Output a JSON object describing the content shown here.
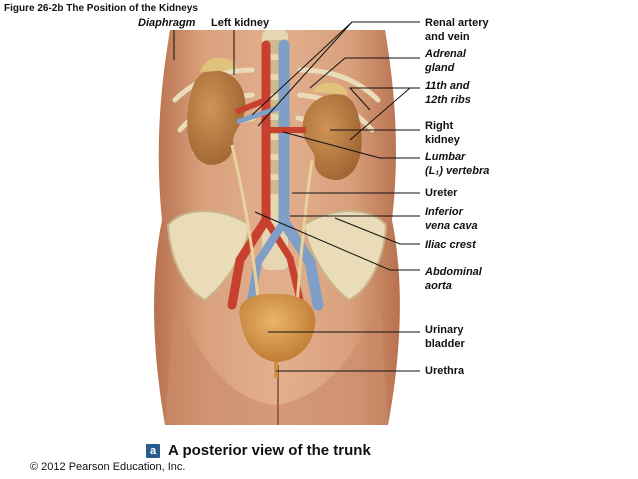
{
  "figure_title": "Figure 26-2b  The Position of the Kidneys",
  "labels": {
    "diaphragm": "Diaphragm",
    "left_kidney": "Left kidney",
    "renal_artery": "Renal artery\nand vein",
    "adrenal_gland": "Adrenal\ngland",
    "ribs": "11th and\n12th ribs",
    "right_kidney": "Right\nkidney",
    "lumbar_vertebra": "Lumbar\n(L₁) vertebra",
    "ureter": "Ureter",
    "inferior_vena_cava": "Inferior\nvena cava",
    "iliac_crest": "Iliac crest",
    "abdominal_aorta": "Abdominal\naorta",
    "urinary_bladder": "Urinary\nbladder",
    "urethra": "Urethra"
  },
  "panel_letter": "a",
  "panel_caption": "A posterior view of the trunk",
  "copyright": "© 2012 Pearson Education, Inc.",
  "colors": {
    "skin": "#d9a07c",
    "kidney": "#b5773e",
    "adrenal": "#e0c27a",
    "artery": "#c8412e",
    "vein": "#7f9fc6",
    "bone": "#eadcb8",
    "bladder": "#d39040",
    "panel_badge": "#2a5b8c"
  }
}
